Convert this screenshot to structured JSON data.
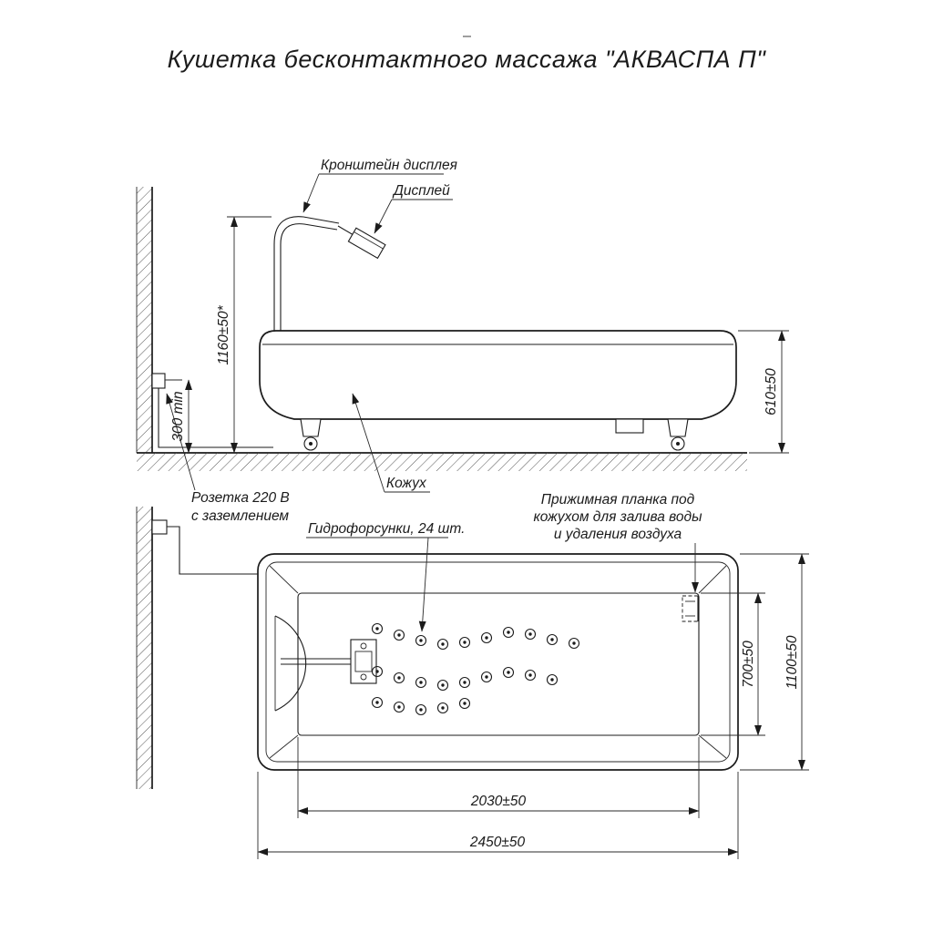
{
  "title": "Кушетка бесконтактного массажа \"АКВАСПА П\"",
  "side": {
    "labels": {
      "bracket": "Кронштейн дисплея",
      "display": "Дисплей",
      "cover": "Кожух",
      "socket1": "Розетка 220 В",
      "socket2": "с заземлением"
    },
    "dims": {
      "h_total": "1160±50*",
      "h_socket": "300 min",
      "h_body": "610±50"
    }
  },
  "plan": {
    "labels": {
      "nozzles": "Гидрофорсунки, 24 шт.",
      "clamp1": "Прижимная планка под",
      "clamp2": "кожухом для залива воды",
      "clamp3": "и удаления воздуха"
    },
    "dims": {
      "w_basin": "700±50",
      "w_overall": "1100±50",
      "l_basin": "2030±50",
      "l_overall": "2450±50"
    }
  }
}
